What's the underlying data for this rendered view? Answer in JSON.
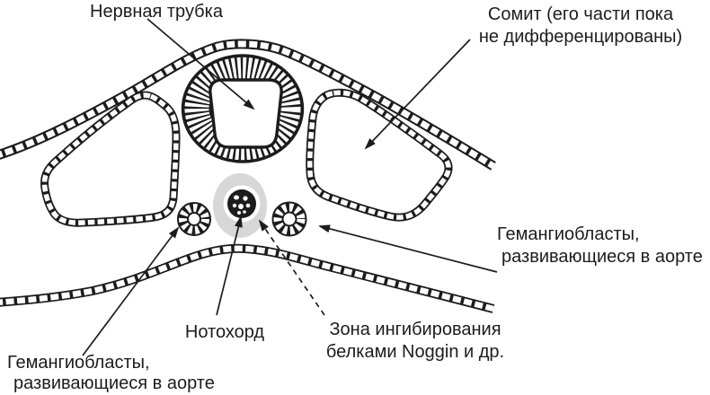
{
  "figure": {
    "colors": {
      "background": "#ffffff",
      "ink": "#1c1c1c",
      "inhibition_halo": "#d7d7d7"
    },
    "labels": {
      "neural_tube": "Нервная трубка",
      "somite_line1": "Сомит (его части пока",
      "somite_line2": "не дифференцированы)",
      "hemangioblasts_right_line1": "Гемангиобласты,",
      "hemangioblasts_right_line2": "развивающиеся в аорте",
      "notochord": "Нотохорд",
      "inhibition_zone_line1": "Зона ингибирования",
      "inhibition_zone_line2": "белками Noggin и др.",
      "hemangioblasts_left_line1": "Гемангиобласты,",
      "hemangioblasts_left_line2": "развивающиеся в аорте"
    }
  }
}
